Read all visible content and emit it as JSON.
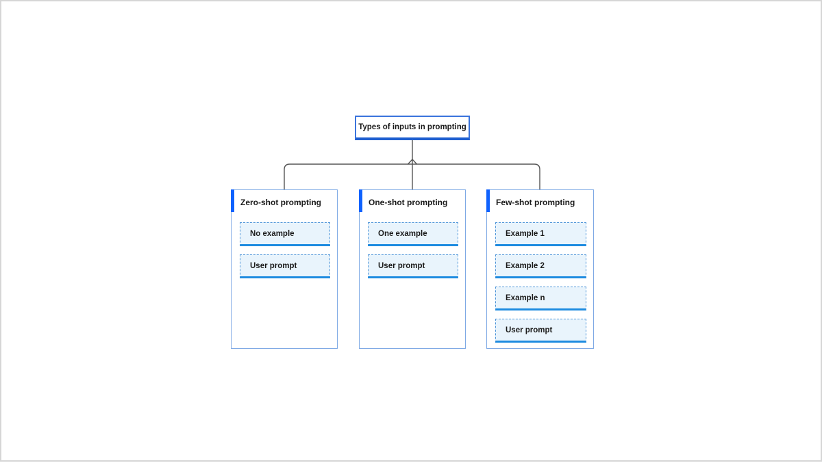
{
  "diagram": {
    "root": {
      "label": "Types of inputs in prompting"
    },
    "branches": [
      {
        "title": "Zero-shot prompting",
        "items": [
          "No example",
          "User prompt"
        ]
      },
      {
        "title": "One-shot prompting",
        "items": [
          "One example",
          "User prompt"
        ]
      },
      {
        "title": "Few-shot prompting",
        "items": [
          "Example 1",
          "Example 2",
          "Example n",
          "User prompt"
        ]
      }
    ]
  },
  "colors": {
    "accent_blue": "#0f62fe",
    "root_border_blue": "#3b74dc",
    "root_underline_blue": "#1e5fd0",
    "branch_border_blue": "#7ea9e5",
    "item_fill": "#e9f4fc",
    "item_dash_blue": "#4d94d8",
    "item_underline_blue": "#1d8be0",
    "connector_gray": "#555555",
    "text_dark": "#1a1a1a",
    "frame_border": "#d6d6d6"
  }
}
